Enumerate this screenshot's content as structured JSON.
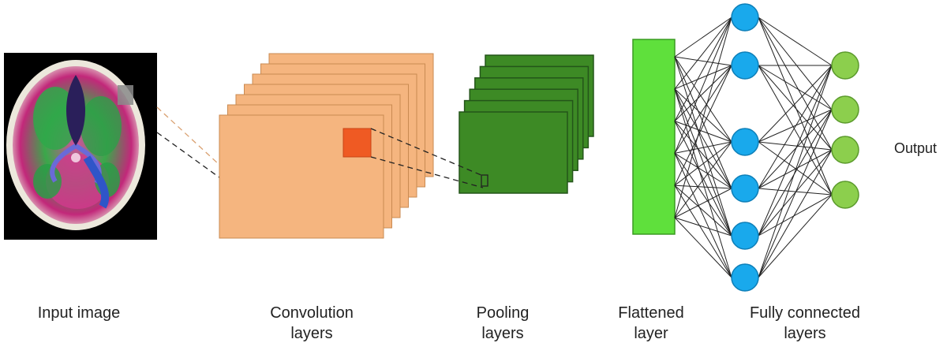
{
  "labels": {
    "input_image": "Input image",
    "convolution": [
      "Convolution",
      "layers"
    ],
    "pooling": [
      "Pooling",
      "layers"
    ],
    "flattened": [
      "Flattened",
      "layer"
    ],
    "fully_connected": [
      "Fully connected",
      "layers"
    ],
    "output": "Output"
  },
  "colors": {
    "conv_layer": "#f5b57f",
    "conv_layer_stroke": "#c98a52",
    "conv_filter": "#ef5a23",
    "pool_layer": "#3d8a25",
    "pool_layer_stroke": "#24551a",
    "flattened_layer": "#5fe03c",
    "hidden_node": "#19a9ec",
    "output_node": "#8ccf4d",
    "edge": "#222222",
    "label_text": "#222222"
  },
  "network": {
    "hidden_nodes": 6,
    "output_nodes": 4
  }
}
